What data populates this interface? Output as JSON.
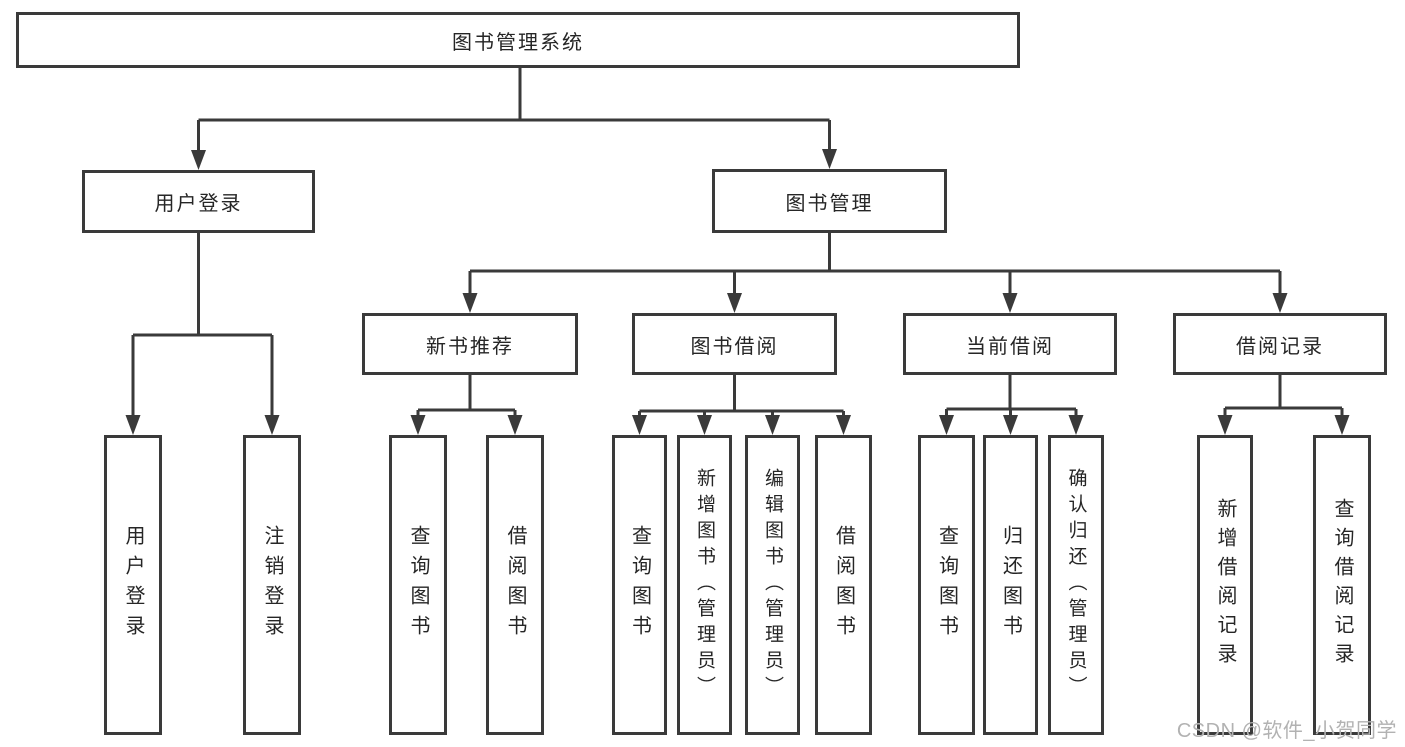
{
  "diagram_title": "图书管理系统",
  "nodes": {
    "root": {
      "label": "图书管理系统"
    },
    "user_login": {
      "label": "用户登录"
    },
    "book_mgmt": {
      "label": "图书管理"
    },
    "new_book_rec": {
      "label": "新书推荐"
    },
    "book_borrow": {
      "label": "图书借阅"
    },
    "current_borrow": {
      "label": "当前借阅"
    },
    "borrow_records": {
      "label": "借阅记录"
    },
    "user_login_leaf": {
      "label": "用户登录"
    },
    "logout": {
      "label": "注销登录"
    },
    "rec_query": {
      "label": "查询图书"
    },
    "rec_borrow": {
      "label": "借阅图书"
    },
    "bb_query": {
      "label": "查询图书"
    },
    "bb_add": {
      "label": "新增图书（管理员）"
    },
    "bb_edit": {
      "label": "编辑图书（管理员）"
    },
    "bb_borrow": {
      "label": "借阅图书"
    },
    "cb_query": {
      "label": "查询图书"
    },
    "cb_return": {
      "label": "归还图书"
    },
    "cb_confirm": {
      "label": "确认归还（管理员）"
    },
    "br_add": {
      "label": "新增借阅记录"
    },
    "br_query": {
      "label": "查询借阅记录"
    }
  },
  "hierarchy": [
    [
      "root",
      "user_login"
    ],
    [
      "root",
      "book_mgmt"
    ],
    [
      "user_login",
      "user_login_leaf"
    ],
    [
      "user_login",
      "logout"
    ],
    [
      "book_mgmt",
      "new_book_rec"
    ],
    [
      "book_mgmt",
      "book_borrow"
    ],
    [
      "book_mgmt",
      "current_borrow"
    ],
    [
      "book_mgmt",
      "borrow_records"
    ],
    [
      "new_book_rec",
      "rec_query"
    ],
    [
      "new_book_rec",
      "rec_borrow"
    ],
    [
      "book_borrow",
      "bb_query"
    ],
    [
      "book_borrow",
      "bb_add"
    ],
    [
      "book_borrow",
      "bb_edit"
    ],
    [
      "book_borrow",
      "bb_borrow"
    ],
    [
      "current_borrow",
      "cb_query"
    ],
    [
      "current_borrow",
      "cb_return"
    ],
    [
      "current_borrow",
      "cb_confirm"
    ],
    [
      "borrow_records",
      "br_add"
    ],
    [
      "borrow_records",
      "br_query"
    ]
  ],
  "watermark": {
    "text": "CSDN @软件_小贺同学"
  },
  "colors": {
    "line": "#3a3a3a",
    "text": "#262626",
    "watermark": "#b2b2b2",
    "background": "#ffffff"
  }
}
